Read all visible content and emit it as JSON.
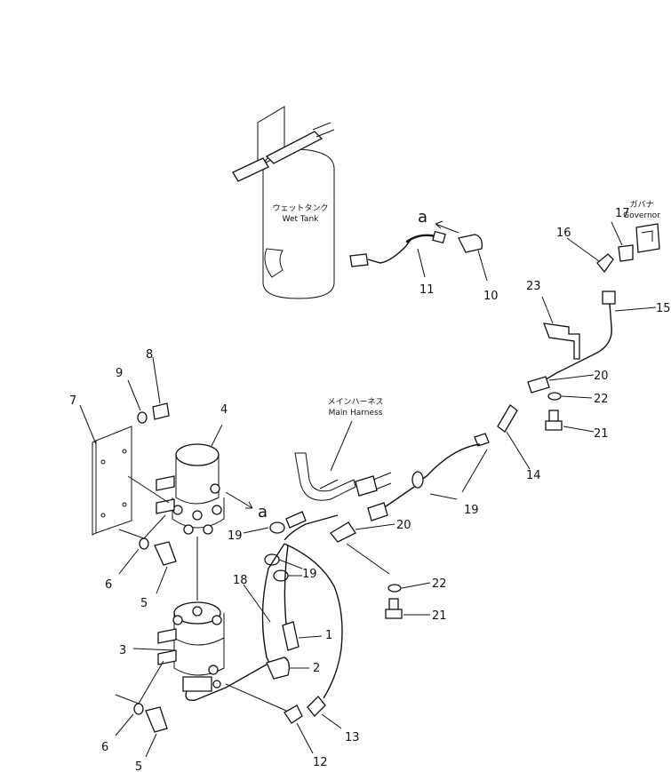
{
  "labels": {
    "wet_tank_jp": "ウェットタンク",
    "wet_tank_en": "Wet Tank",
    "governor_jp": "ガバナ",
    "governor_en": "Governor",
    "main_harness_jp": "メインハーネス",
    "main_harness_en": "Main Harness",
    "ref_a_top": "a",
    "ref_a_mid": "a"
  },
  "callouts": {
    "c1": "1",
    "c2": "2",
    "c3": "3",
    "c4": "4",
    "c5a": "5",
    "c5b": "5",
    "c6a": "6",
    "c6b": "6",
    "c7": "7",
    "c8": "8",
    "c9": "9",
    "c10": "10",
    "c11": "11",
    "c12": "12",
    "c13": "13",
    "c14": "14",
    "c15": "15",
    "c16": "16",
    "c17": "17",
    "c18": "18",
    "c19a": "19",
    "c19b": "19",
    "c19c": "19",
    "c20a": "20",
    "c20b": "20",
    "c21a": "21",
    "c21b": "21",
    "c22a": "22",
    "c22b": "22",
    "c23": "23"
  }
}
